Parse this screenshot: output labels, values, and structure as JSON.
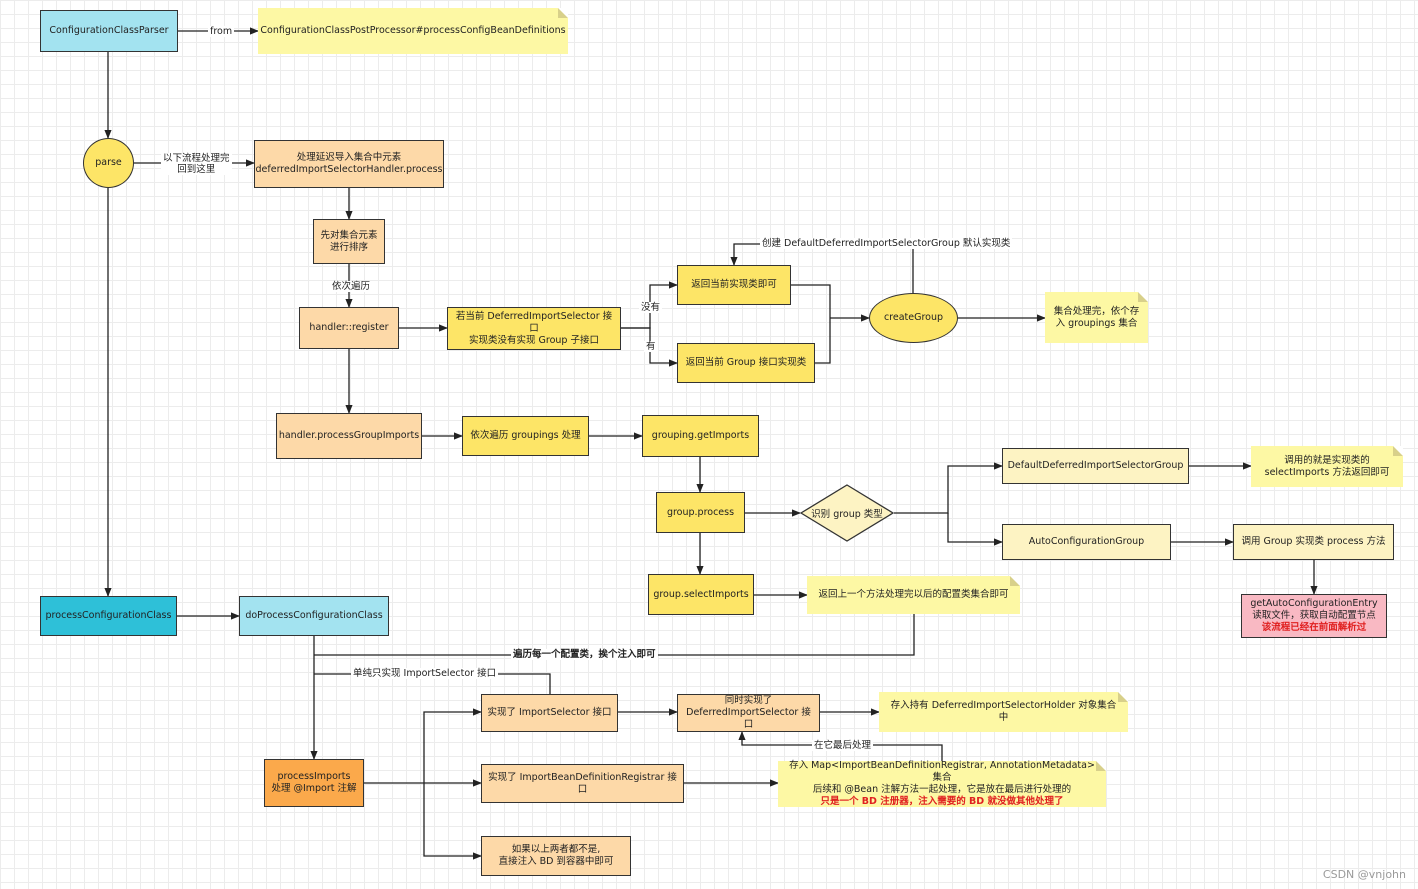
{
  "nodes": {
    "config_class_parser": "ConfigurationClassParser",
    "post_processor_note": "ConfigurationClassPostProcessor#processConfigBeanDefinitions",
    "parse": "parse",
    "deferred_handler": "处理延迟导入集合中元素\ndeferredImportSelectorHandler.process",
    "sort_first": "先对集合元素\n进行排序",
    "handler_register": "handler::register",
    "group_check": "若当前 DeferredImportSelector 接口\n实现类没有实现 Group 子接口",
    "return_impl": "返回当前实现类即可",
    "return_group_impl": "返回当前 Group 接口实现类",
    "create_group": "createGroup",
    "groupings_note": "集合处理完，依个存\n入 groupings 集合",
    "process_group_imports": "handler.processGroupImports",
    "iterate_groupings": "依次遍历 groupings 处理",
    "grouping_get_imports": "grouping.getImports",
    "group_process": "group.process",
    "identify_group": "识别 group 类型",
    "default_group": "DefaultDeferredImportSelectorGroup",
    "default_note": "调用的就是实现类的\nselectImports 方法返回即可",
    "auto_config_group": "AutoConfigurationGroup",
    "call_group_process": "调用 Group 实现类 process 方法",
    "get_auto_entry": "getAutoConfigurationEntry\n读取文件，获取自动配置节点",
    "get_auto_entry_red": "该流程已经在前面解析过",
    "group_select_imports": "group.selectImports",
    "return_note": "返回上一个方法处理完以后的配置类集合即可",
    "process_config_class": "processConfigurationClass",
    "do_process_config_class": "doProcessConfigurationClass",
    "process_imports": "processImports\n处理 @Import 注解",
    "impl_import_selector": "实现了 ImportSelector 接口",
    "also_deferred": "同时实现了\nDeferredImportSelector 接口",
    "holder_note": "存入持有 DeferredImportSelectorHolder 对象集合中",
    "impl_registrar": "实现了 ImportBeanDefinitionRegistrar 接口",
    "registrar_note": "存入 Map<ImportBeanDefinitionRegistrar, AnnotationMetadata> 集合\n后续和 @Bean 注解方法一起处理，它是放在最后进行处理的",
    "registrar_note_red": "只是一个 BD 注册器，注入需要的 BD 就没做其他处理了",
    "neither": "如果以上两者都不是,\n直接注入 BD 到容器中即可"
  },
  "edges": {
    "from": "from",
    "return_here": "以下流程处理完\n回到这里",
    "iterate": "依次遍历",
    "no": "没有",
    "yes": "有",
    "create_default": "创建 DefaultDeferredImportSelectorGroup 默认实现类",
    "iterate_each": "遍历每一个配置类，挨个注入即可",
    "only_import_selector": "单纯只实现 ImportSelector 接口",
    "handle_last": "在它最后处理"
  },
  "watermark": "CSDN @vnjohn"
}
